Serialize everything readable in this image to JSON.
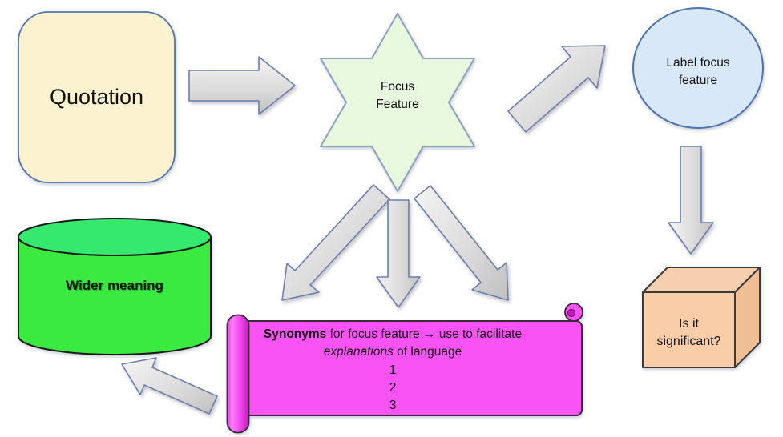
{
  "colors": {
    "background": "#FFFFFF",
    "quotation_fill": "#FCF2CF",
    "quotation_stroke": "#4F74AE",
    "star_fill": "#E8F8DF",
    "star_stroke": "#8CA1C0",
    "circle_fill": "#D9E8F8",
    "circle_stroke": "#4F74AE",
    "cube_front": "#FACDA9",
    "cube_top": "#F8CFAE",
    "cube_right": "#EFBE94",
    "cube_stroke": "#3A3A3A",
    "cylinder_body": "#3BEA41",
    "cylinder_top": "#34E96E",
    "cylinder_stroke": "#1A1A1A",
    "scroll_fill": "#F953F5",
    "scroll_shade": "#C21FB8",
    "scroll_stroke": "#3A2A3A",
    "arrow_light": "#F4F4F4",
    "arrow_mid": "#DCDCDC",
    "arrow_dark": "#C0C0C0",
    "arrow_stroke": "#6C80A8"
  },
  "nodes": {
    "quotation": {
      "label": "Quotation"
    },
    "star": {
      "line1": "Focus",
      "line2": "Feature"
    },
    "label_circle": {
      "line1": "Label focus",
      "line2": "feature"
    },
    "cube": {
      "line1": "Is it",
      "line2": "significant?"
    },
    "cylinder": {
      "label": "Wider meaning"
    },
    "scroll": {
      "line1_bold": "Synonyms",
      "line1_rest": " for focus feature → use to facilitate",
      "line2_italic": "explanations",
      "line2_rest": " of language",
      "items": [
        "1",
        "2",
        "3"
      ]
    }
  }
}
